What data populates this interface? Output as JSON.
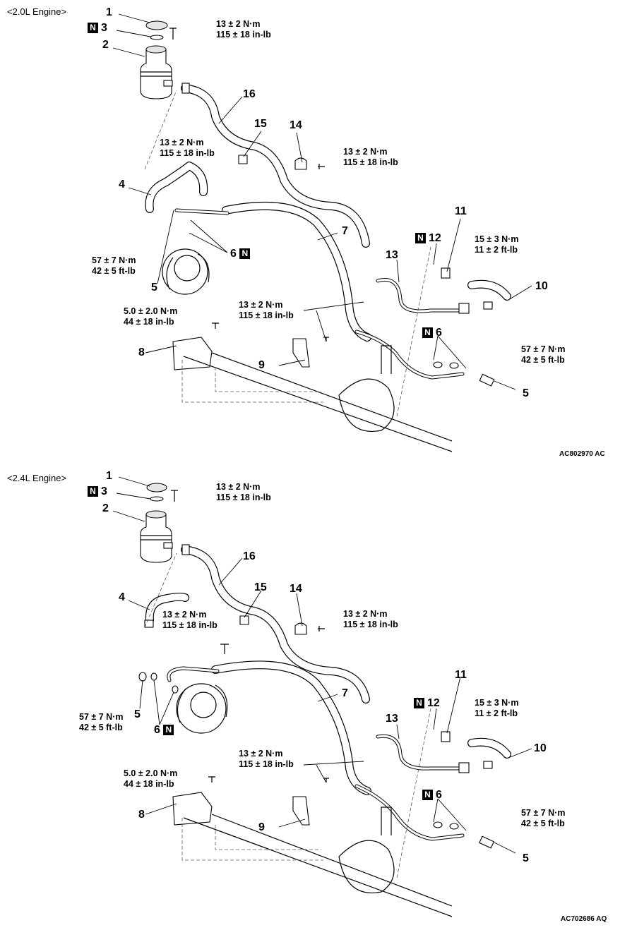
{
  "top": {
    "title": "<2.0L Engine>",
    "code": "AC802970 AC",
    "n1": "1",
    "n2": "2",
    "n3": "3",
    "n4": "4",
    "n5a": "5",
    "n5b": "5",
    "n6a": "6",
    "n6b": "6",
    "n7": "7",
    "n8": "8",
    "n9": "9",
    "n10": "10",
    "n11": "11",
    "n12": "12",
    "n13": "13",
    "n14": "14",
    "n15": "15",
    "n16": "16",
    "n_badge": "N",
    "t1a": "13 ± 2 N·m",
    "t1b": "115 ± 18 in-lb",
    "t2a": "13 ± 2 N·m",
    "t2b": "115 ± 18 in-lb",
    "t3a": "13 ± 2 N·m",
    "t3b": "115 ± 18 in-lb",
    "t4a": "57 ± 7 N·m",
    "t4b": "42 ± 5 ft-lb",
    "t5a": "15 ± 3 N·m",
    "t5b": "11 ± 2 ft-lb",
    "t6a": "13 ± 2 N·m",
    "t6b": "115 ± 18 in-lb",
    "t7a": "5.0 ± 2.0 N·m",
    "t7b": "44 ± 18 in-lb",
    "t8a": "57 ± 7 N·m",
    "t8b": "42 ± 5 ft-lb"
  },
  "bottom": {
    "title": "<2.4L Engine>",
    "code": "AC702686 AQ",
    "n1": "1",
    "n2": "2",
    "n3": "3",
    "n4": "4",
    "n5a": "5",
    "n5b": "5",
    "n6a": "6",
    "n6b": "6",
    "n7": "7",
    "n8": "8",
    "n9": "9",
    "n10": "10",
    "n11": "11",
    "n12": "12",
    "n13": "13",
    "n14": "14",
    "n15": "15",
    "n16": "16",
    "n_badge": "N",
    "t1a": "13 ± 2 N·m",
    "t1b": "115 ± 18 in-lb",
    "t2a": "13 ± 2 N·m",
    "t2b": "115 ± 18 in-lb",
    "t3a": "13 ± 2 N·m",
    "t3b": "115 ± 18 in-lb",
    "t4a": "57 ± 7 N·m",
    "t4b": "42 ± 5 ft-lb",
    "t5a": "15 ± 3 N·m",
    "t5b": "11 ± 2 ft-lb",
    "t6a": "13 ± 2 N·m",
    "t6b": "115 ± 18 in-lb",
    "t7a": "5.0 ± 2.0 N·m",
    "t7b": "44 ± 18 in-lb",
    "t8a": "57 ± 7 N·m",
    "t8b": "42 ± 5 ft-lb"
  }
}
